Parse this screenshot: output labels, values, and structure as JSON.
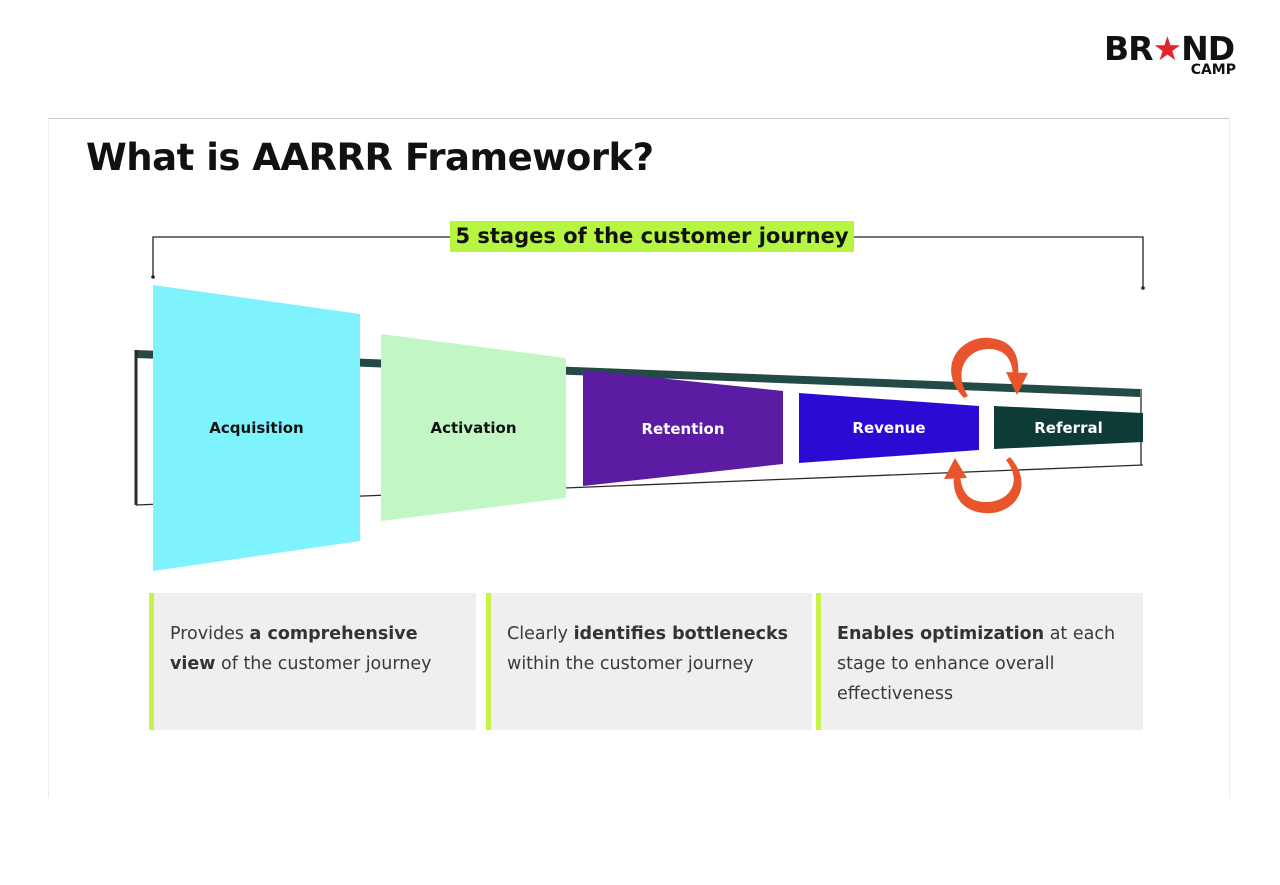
{
  "logo": {
    "brand_prefix": "BR",
    "brand_star": "★",
    "brand_suffix": "ND",
    "sub": "CAMP"
  },
  "title": "What is AARRR Framework?",
  "badge": "5 stages of the customer journey",
  "stages": [
    {
      "label": "Acquisition",
      "color": "#7ff3fd",
      "text_color": "#111111"
    },
    {
      "label": "Activation",
      "color": "#c2f7c5",
      "text_color": "#111111"
    },
    {
      "label": "Retention",
      "color": "#5b1ca3",
      "text_color": "#ffffff"
    },
    {
      "label": "Revenue",
      "color": "#2b0ad4",
      "text_color": "#ffffff"
    },
    {
      "label": "Referral",
      "color": "#0e3b36",
      "text_color": "#ffffff"
    }
  ],
  "loop_arrow_color": "#e8542c",
  "cards": [
    {
      "pre": "Provides ",
      "bold": "a comprehensive view",
      "post": " of the customer journey",
      "bold_first": false
    },
    {
      "pre": "Clearly ",
      "bold": "identifies bottlenecks",
      "post": " within the customer journey",
      "bold_first": false
    },
    {
      "pre": "",
      "bold": "Enables optimization",
      "post": " at each stage to enhance overall effectiveness",
      "bold_first": true
    }
  ],
  "colors": {
    "accent_green": "#b6f542",
    "card_bg": "#efefef",
    "card_border": "#c7f24a"
  }
}
